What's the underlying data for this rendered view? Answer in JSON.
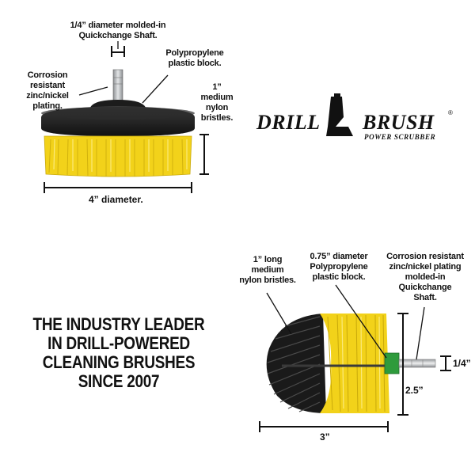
{
  "top_brush": {
    "shaft_label": [
      "1/4” diameter molded-in",
      "Quickchange Shaft."
    ],
    "block_label": [
      "Polypropylene",
      "plastic block."
    ],
    "plating_label": [
      "Corrosion",
      "resistant",
      "zinc/nickel",
      "plating."
    ],
    "bristle_label": [
      "1”",
      "medium",
      "nylon",
      "bristles."
    ],
    "diameter_label": "4” diameter."
  },
  "logo": {
    "word_left": "DRILL",
    "word_right": "BRUSH",
    "registered": "®",
    "tagline": "POWER SCRUBBER"
  },
  "headline": [
    "THE INDUSTRY LEADER",
    "IN DRILL-POWERED",
    "CLEANING BRUSHES",
    "SINCE 2007"
  ],
  "side_brush": {
    "bristle_label": [
      "1” long",
      "medium",
      "nylon bristles."
    ],
    "block_label": [
      "0.75” diameter",
      "Polypropylene",
      "plastic block."
    ],
    "shaft_label": [
      "Corrosion resistant",
      "zinc/nickel plating",
      "molded-in",
      "Quickchange",
      "Shaft."
    ],
    "shaft_dim": "1/4”",
    "height_dim": "2.5”",
    "width_dim": "3”"
  },
  "colors": {
    "bristle_yellow": "#f2d21a",
    "bristle_black": "#1a1a1a",
    "block_green": "#2e9b3c",
    "metal": "#b9bcbf"
  }
}
